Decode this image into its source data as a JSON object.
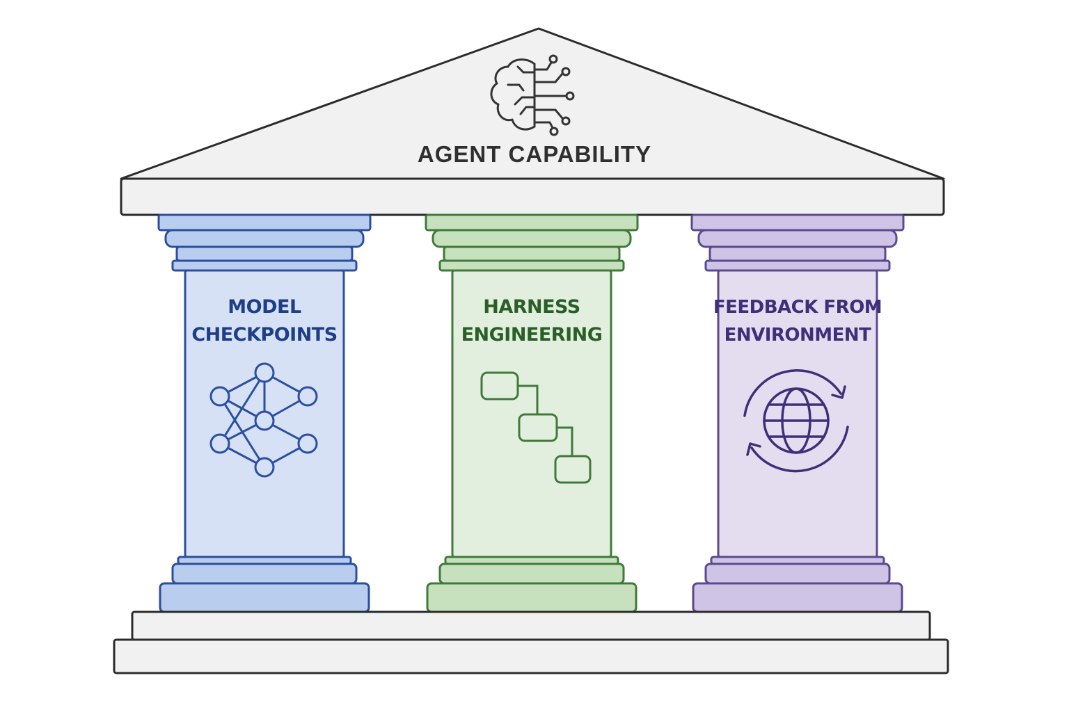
{
  "roof": {
    "title": "AGENT CAPABILITY",
    "icon": "brain-circuit-icon"
  },
  "pillars": [
    {
      "line1": "MODEL",
      "line2": "CHECKPOINTS",
      "icon": "neural-network-icon",
      "fill": "#d6e1f5",
      "cap_fill": "#b9cdee",
      "stroke": "#2b4f9e",
      "text_color": "#1e3f85"
    },
    {
      "line1": "HARNESS",
      "line2": "ENGINEERING",
      "icon": "workflow-steps-icon",
      "fill": "#e3efde",
      "cap_fill": "#c7e0bd",
      "stroke": "#3f7a3a",
      "text_color": "#2a5f28"
    },
    {
      "line1": "FEEDBACK FROM",
      "line2": "ENVIRONMENT",
      "icon": "globe-cycle-icon",
      "fill": "#e4ddf0",
      "cap_fill": "#cfc3e6",
      "stroke": "#5b4a8f",
      "text_color": "#3d2f78"
    }
  ],
  "colors": {
    "outline": "#2b2b2b",
    "structure_fill": "#f1f1f1"
  }
}
